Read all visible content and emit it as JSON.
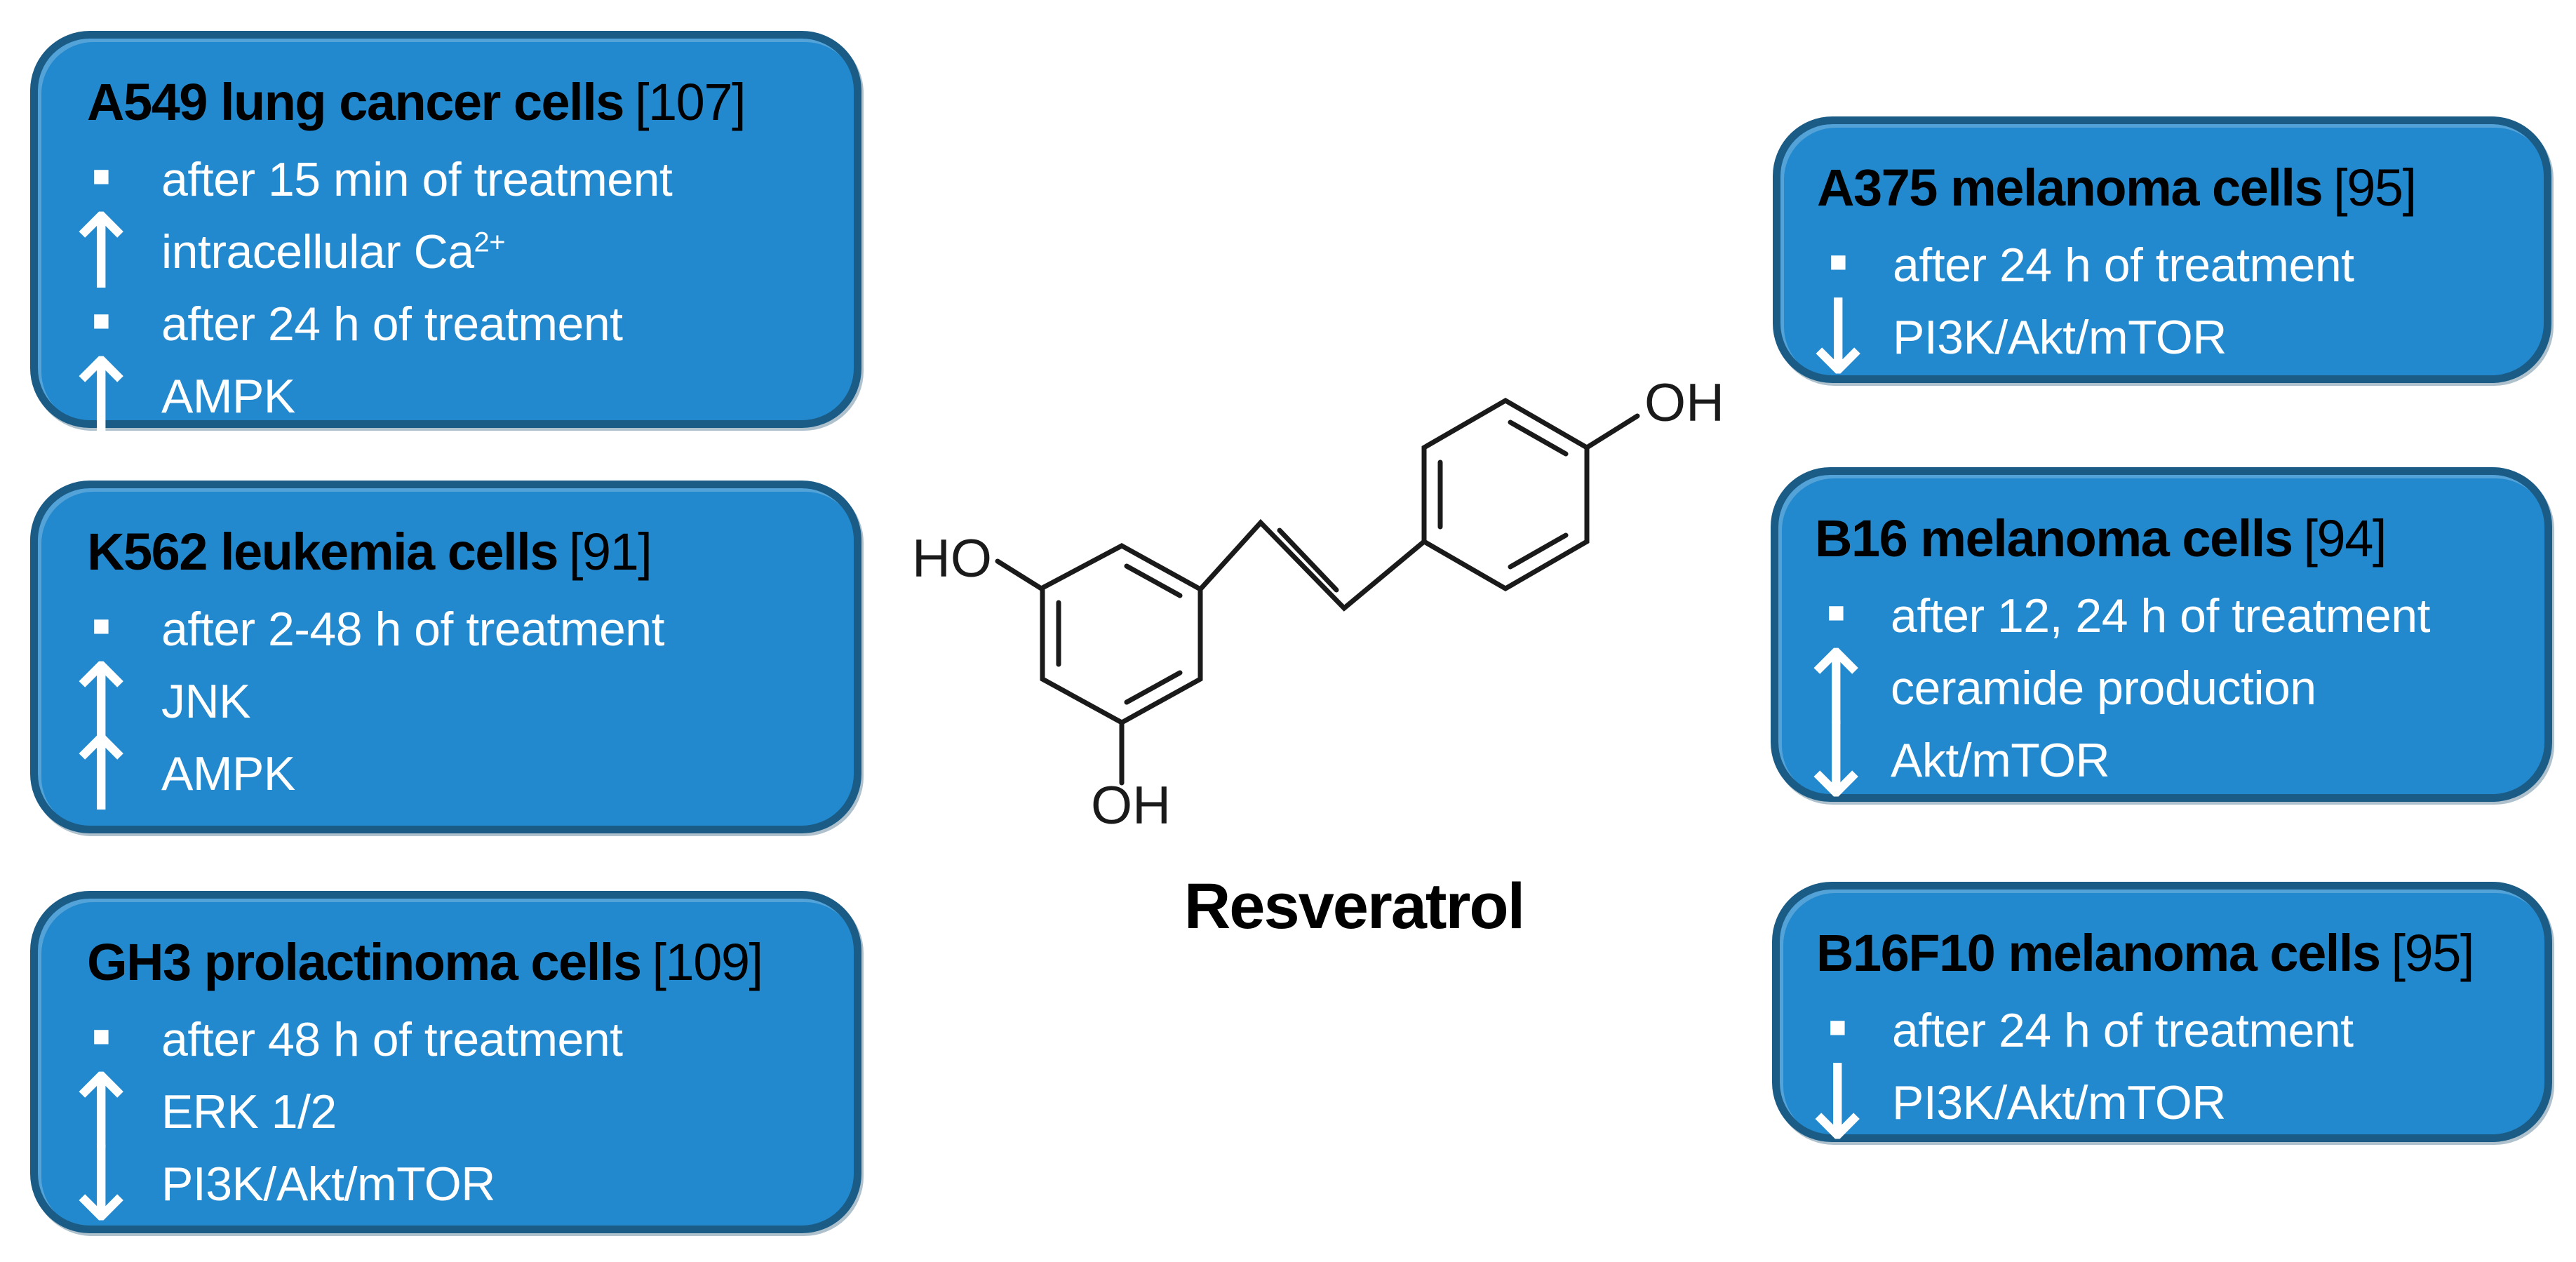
{
  "theme": {
    "box_fill": "#2389CE",
    "box_border": "#1A5C86",
    "body_text": "#FFFFFF",
    "title_text": "#000000",
    "background": "#FFFFFF",
    "molecule_line": "#1A1A1A"
  },
  "molecule": {
    "name": "Resveratrol",
    "ho_left": "HO",
    "oh_bottom": "OH",
    "oh_right": "OH"
  },
  "boxes": {
    "a549": {
      "title": "A549 lung cancer cells",
      "ref": "[107]",
      "lines": [
        {
          "marker": "▪",
          "text": "after 15 min of treatment"
        },
        {
          "marker": "↑",
          "text": "intracellular Ca",
          "sup": "2+"
        },
        {
          "marker": "▪",
          "text": "after 24 h of treatment"
        },
        {
          "marker": "↑",
          "text": "AMPK"
        }
      ]
    },
    "k562": {
      "title": "K562 leukemia cells",
      "ref": "[91]",
      "lines": [
        {
          "marker": "▪",
          "text": "after 2-48 h of treatment"
        },
        {
          "marker": "↑",
          "text": "JNK"
        },
        {
          "marker": "↑",
          "text": "AMPK"
        }
      ]
    },
    "gh3": {
      "title": "GH3 prolactinoma cells",
      "ref": "[109]",
      "lines": [
        {
          "marker": "▪",
          "text": "after 48 h of treatment"
        },
        {
          "marker": "↑",
          "text": "ERK 1/2"
        },
        {
          "marker": "↓",
          "text": "PI3K/Akt/mTOR"
        }
      ]
    },
    "a375": {
      "title": "A375 melanoma cells",
      "ref": "[95]",
      "lines": [
        {
          "marker": "▪",
          "text": "after 24 h of treatment"
        },
        {
          "marker": "↓",
          "text": "PI3K/Akt/mTOR"
        }
      ]
    },
    "b16": {
      "title": "B16 melanoma cells",
      "ref": "[94]",
      "lines": [
        {
          "marker": "▪",
          "text": "after 12, 24 h of treatment"
        },
        {
          "marker": "↑",
          "text": "ceramide production"
        },
        {
          "marker": "↓",
          "text": "Akt/mTOR"
        }
      ]
    },
    "b16f10": {
      "title": "B16F10 melanoma cells",
      "ref": "[95]",
      "lines": [
        {
          "marker": "▪",
          "text": "after 24 h of treatment"
        },
        {
          "marker": "↓",
          "text": "PI3K/Akt/mTOR"
        }
      ]
    }
  }
}
